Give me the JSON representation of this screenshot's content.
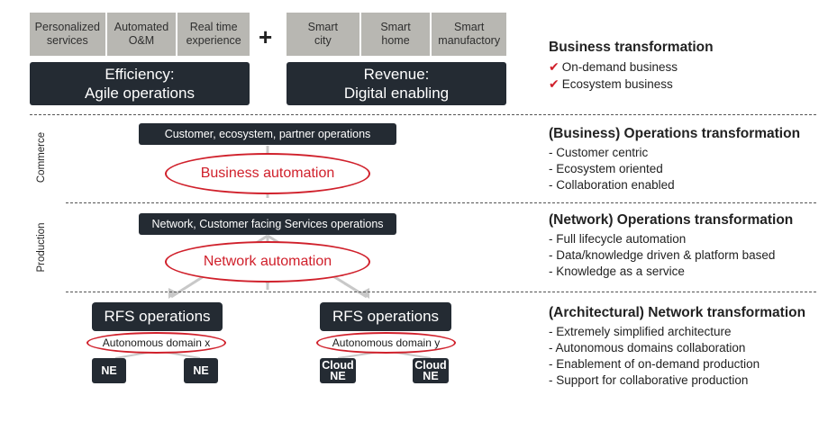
{
  "top_left": {
    "pills": [
      "Personalized\nservices",
      "Automated\nO&M",
      "Real time\nexperience"
    ],
    "title": "Efficiency:",
    "subtitle": "Agile operations"
  },
  "plus_sign": "+",
  "top_right": {
    "pills": [
      "Smart\ncity",
      "Smart\nhome",
      "Smart\nmanufactory"
    ],
    "title": "Revenue:",
    "subtitle": "Digital enabling"
  },
  "side_labels": {
    "commerce": "Commerce",
    "production": "Production"
  },
  "commerce": {
    "ops_box": "Customer, ecosystem, partner operations",
    "automation": "Business automation"
  },
  "production": {
    "ops_box": "Network, Customer facing Services operations",
    "automation": "Network automation"
  },
  "domains": [
    {
      "rfs": "RFS operations",
      "domain": "Autonomous domain x",
      "ne": [
        "NE",
        "NE"
      ]
    },
    {
      "rfs": "RFS operations",
      "domain": "Autonomous domain y",
      "ne": [
        "Cloud\nNE",
        "Cloud\nNE"
      ]
    }
  ],
  "right_panel": {
    "business": {
      "title": "Business transformation",
      "items": [
        "On-demand business",
        "Ecosystem business"
      ],
      "check_icon": "checkmark-icon"
    },
    "operations": {
      "title": "(Business) Operations transformation",
      "items": [
        "- Customer centric",
        "- Ecosystem oriented",
        "- Collaboration enabled"
      ]
    },
    "network_ops": {
      "title": "(Network) Operations transformation",
      "items": [
        "- Full lifecycle automation",
        "- Data/knowledge driven & platform based",
        "- Knowledge as a service"
      ]
    },
    "architectural": {
      "title": "(Architectural) Network transformation",
      "items": [
        "- Extremely simplified architecture",
        "- Autonomous domains collaboration",
        "- Enablement of on-demand production",
        "- Support for collaborative production"
      ]
    }
  },
  "colors": {
    "accent_red": "#d0202b",
    "dark_box": "#242b33",
    "grey_box": "#b8b7b2",
    "connector": "#c8c8c8"
  }
}
